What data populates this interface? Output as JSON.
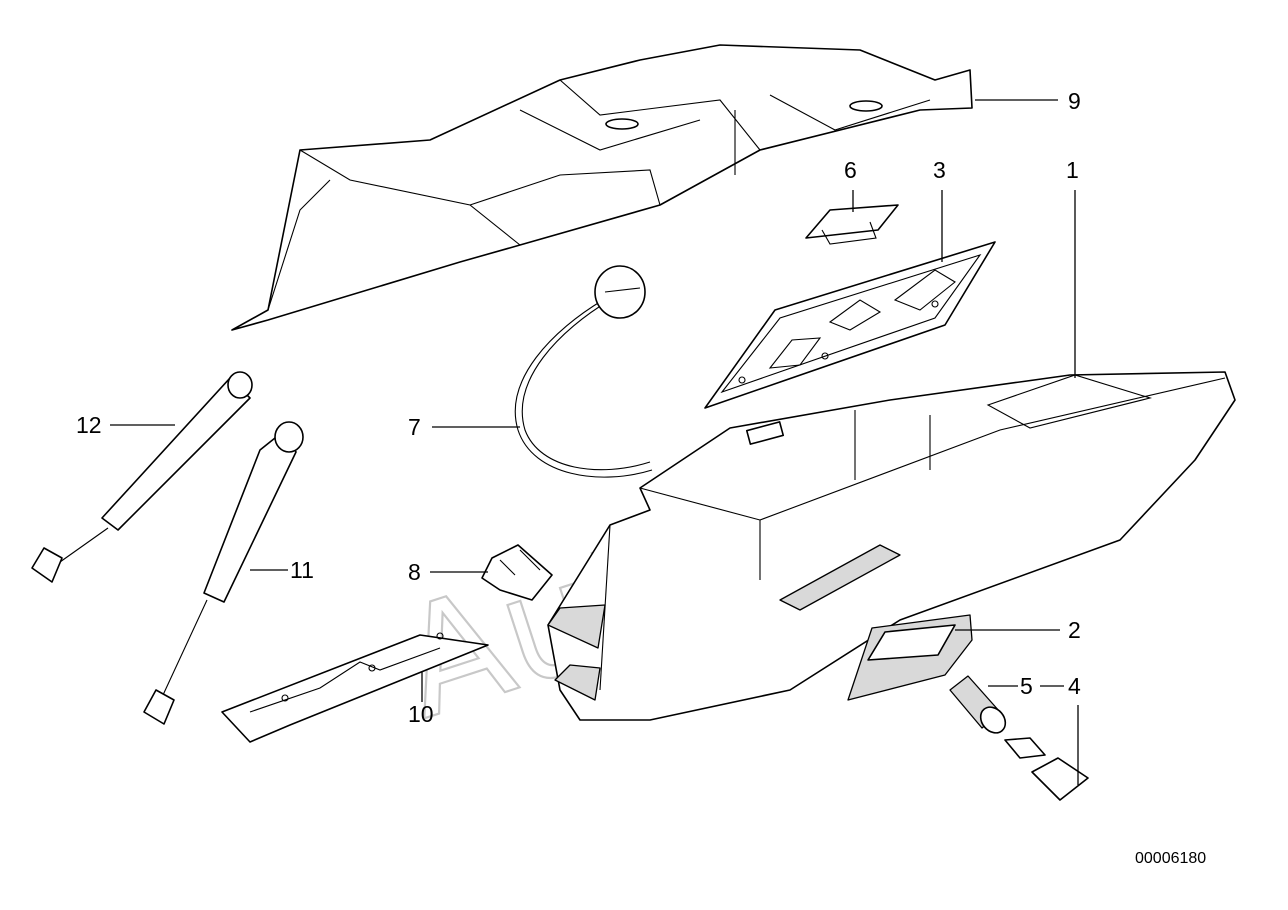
{
  "diagram": {
    "callouts": [
      {
        "id": "c1",
        "label": "1"
      },
      {
        "id": "c2",
        "label": "2"
      },
      {
        "id": "c3",
        "label": "3"
      },
      {
        "id": "c4",
        "label": "4"
      },
      {
        "id": "c5",
        "label": "5"
      },
      {
        "id": "c6",
        "label": "6"
      },
      {
        "id": "c7",
        "label": "7"
      },
      {
        "id": "c8",
        "label": "8"
      },
      {
        "id": "c9",
        "label": "9"
      },
      {
        "id": "c10",
        "label": "10"
      },
      {
        "id": "c11",
        "label": "11"
      },
      {
        "id": "c12",
        "label": "12"
      }
    ],
    "watermark": "AutoSoft",
    "reference_number": "00006180"
  },
  "colors": {
    "line": "#000000",
    "shading": "#d9d9d9",
    "watermark": "#c8c8c8",
    "background": "#ffffff"
  }
}
